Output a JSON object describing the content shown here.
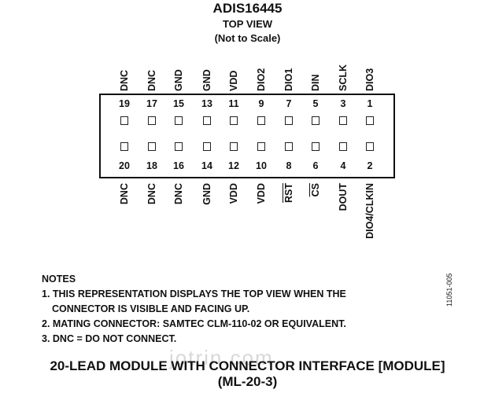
{
  "header": {
    "device": "ADIS16445",
    "view": "TOP VIEW",
    "scale_note": "(Not to Scale)"
  },
  "pins_top": [
    {
      "label": "DNC",
      "number": "19",
      "overbar": false
    },
    {
      "label": "DNC",
      "number": "17",
      "overbar": false
    },
    {
      "label": "GND",
      "number": "15",
      "overbar": false
    },
    {
      "label": "GND",
      "number": "13",
      "overbar": false
    },
    {
      "label": "VDD",
      "number": "11",
      "overbar": false
    },
    {
      "label": "DIO2",
      "number": "9",
      "overbar": false
    },
    {
      "label": "DIO1",
      "number": "7",
      "overbar": false
    },
    {
      "label": "DIN",
      "number": "5",
      "overbar": false
    },
    {
      "label": "SCLK",
      "number": "3",
      "overbar": false
    },
    {
      "label": "DIO3",
      "number": "1",
      "overbar": false
    }
  ],
  "pins_bottom": [
    {
      "label": "DNC",
      "number": "20",
      "overbar": false
    },
    {
      "label": "DNC",
      "number": "18",
      "overbar": false
    },
    {
      "label": "DNC",
      "number": "16",
      "overbar": false
    },
    {
      "label": "GND",
      "number": "14",
      "overbar": false
    },
    {
      "label": "VDD",
      "number": "12",
      "overbar": false
    },
    {
      "label": "VDD",
      "number": "10",
      "overbar": false
    },
    {
      "label": "RST",
      "number": "8",
      "overbar": true
    },
    {
      "label": "CS",
      "number": "6",
      "overbar": true
    },
    {
      "label": "DOUT",
      "number": "4",
      "overbar": false
    },
    {
      "label": "DIO4/CLKIN",
      "number": "2",
      "overbar": false
    }
  ],
  "notes": {
    "heading": "NOTES",
    "items": [
      "1. THIS REPRESENTATION DISPLAYS THE TOP VIEW WHEN THE",
      "CONNECTOR IS VISIBLE AND FACING UP.",
      "2. MATING CONNECTOR: SAMTEC CLM-110-02 OR EQUIVALENT.",
      "3. DNC = DO NOT CONNECT."
    ]
  },
  "figure_id": "11051-005",
  "watermark": "jotrin.com",
  "caption": {
    "line1": "20-LEAD MODULE WITH CONNECTOR INTERFACE [MODULE]",
    "line2": "(ML-20-3)"
  }
}
